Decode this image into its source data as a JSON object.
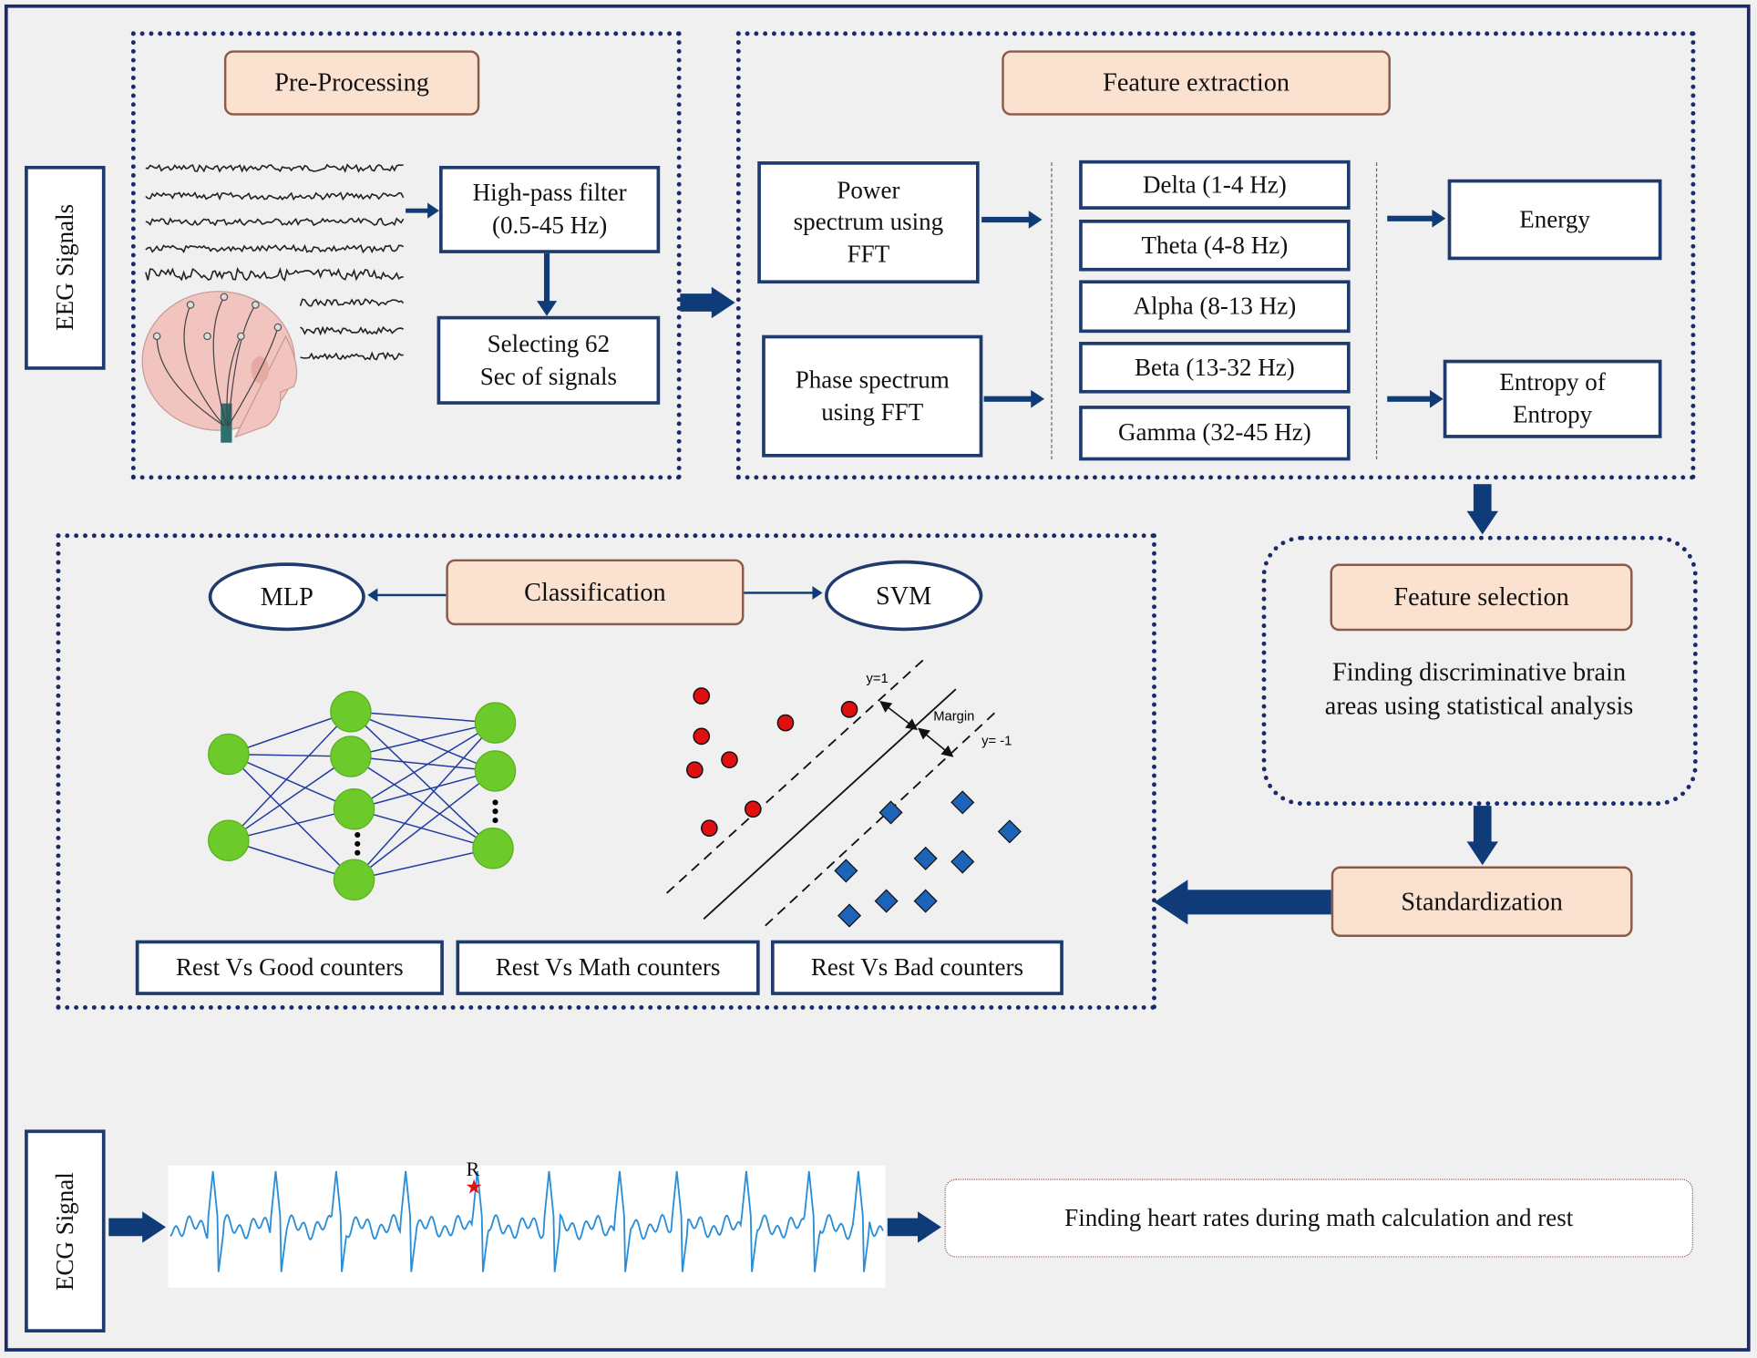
{
  "eeg": {
    "side_label": "EEG Signals"
  },
  "preprocessing": {
    "title": "Pre-Processing",
    "highpass": [
      "High-pass filter",
      "(0.5-45  Hz)"
    ],
    "selecting": [
      "Selecting  62",
      "Sec of signals"
    ]
  },
  "feature_extraction": {
    "title": "Feature extraction",
    "power": [
      "Power",
      "spectrum using",
      "FFT"
    ],
    "phase": [
      "Phase spectrum",
      "using FFT"
    ],
    "bands": [
      "Delta (1-4 Hz)",
      "Theta (4-8 Hz)",
      "Alpha (8-13  Hz)",
      "Beta (13-32  Hz)",
      "Gamma (32-45  Hz)"
    ],
    "energy": "Energy",
    "entropy": [
      "Entropy of",
      "Entropy"
    ]
  },
  "feature_selection": {
    "title": "Feature selection",
    "description": [
      "Finding discriminative  brain",
      "areas using statistical  analysis"
    ]
  },
  "standardization": {
    "title": "Standardization"
  },
  "classification": {
    "title": "Classification",
    "mlp": "MLP",
    "svm": "SVM",
    "svm_labels": {
      "y_pos": "y=1",
      "margin": "Margin",
      "y_neg": "y= -1"
    },
    "tasks": [
      "Rest Vs Good counters",
      "Rest Vs Math counters",
      "Rest Vs Bad counters"
    ]
  },
  "ecg": {
    "side_label": "ECG Signal",
    "peak_label": "R",
    "result": "Finding heart rates during math calculation  and rest"
  },
  "colors": {
    "navy": "#1f3b6e",
    "arrow": "#0f3c78",
    "peach": "#fbe2d0",
    "node": "#6ccb2a",
    "red": "#e01010",
    "blue": "#1d63b8",
    "ecg": "#2a8fd8"
  }
}
